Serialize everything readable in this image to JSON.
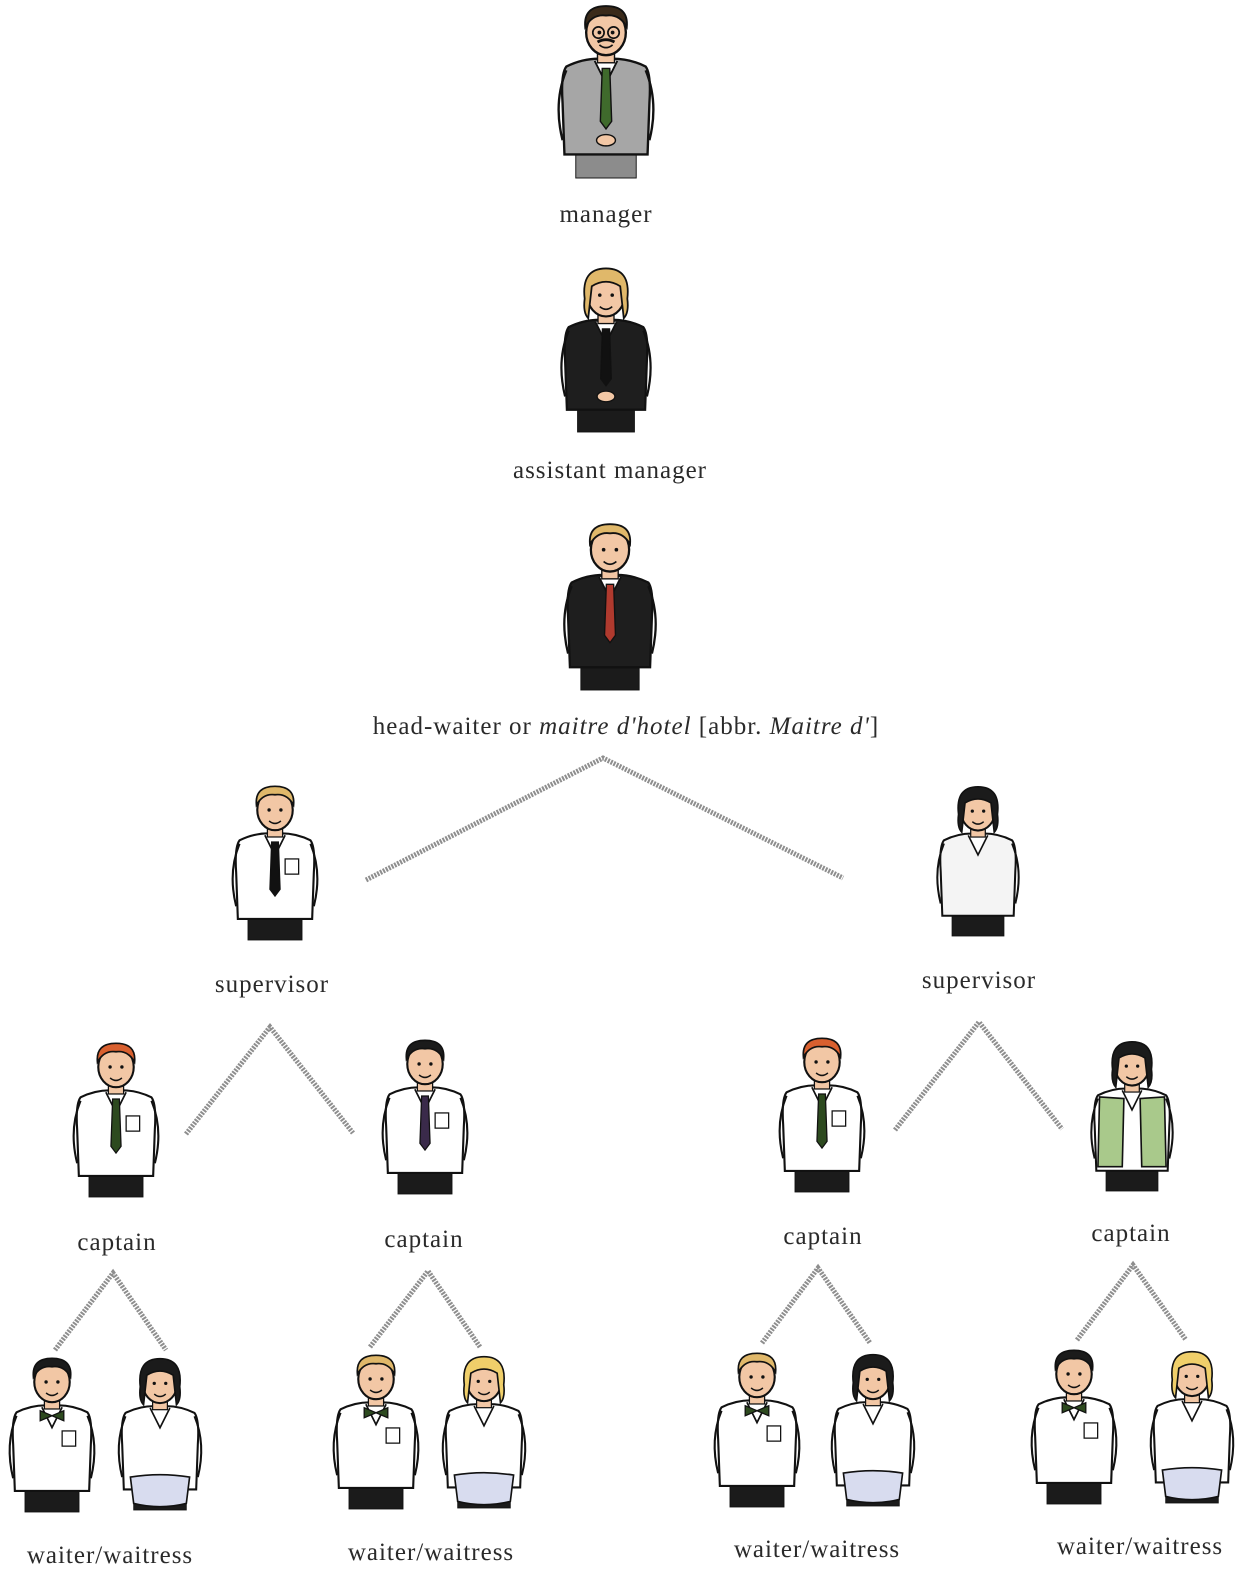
{
  "nodes": {
    "manager": "manager",
    "assistant_manager": "assistant manager",
    "head_waiter": {
      "part1": "head-waiter or ",
      "part2": "maitre d'hotel",
      "part3": " [abbr. ",
      "part4": "Maitre d'",
      "part5": "]"
    },
    "supervisor_left": "supervisor",
    "supervisor_right": "supervisor",
    "captain_1": "captain",
    "captain_2": "captain",
    "captain_3": "captain",
    "captain_4": "captain",
    "waiter_1": "waiter/waitress",
    "waiter_2": "waiter/waitress",
    "waiter_3": "waiter/waitress",
    "waiter_4": "waiter/waitress"
  },
  "colors": {
    "connector": "#8e8e8e",
    "suit_gray": "#a6a6a6",
    "suit_black": "#1e1e1e",
    "shirt": "#ffffff",
    "vest_green": "#a9c98b",
    "apron": "#d8dcef",
    "skin": "#f2c7a5",
    "hair_blond": "#e0b86a",
    "hair_red": "#d9602f",
    "hair_dark": "#1b1b1b"
  }
}
